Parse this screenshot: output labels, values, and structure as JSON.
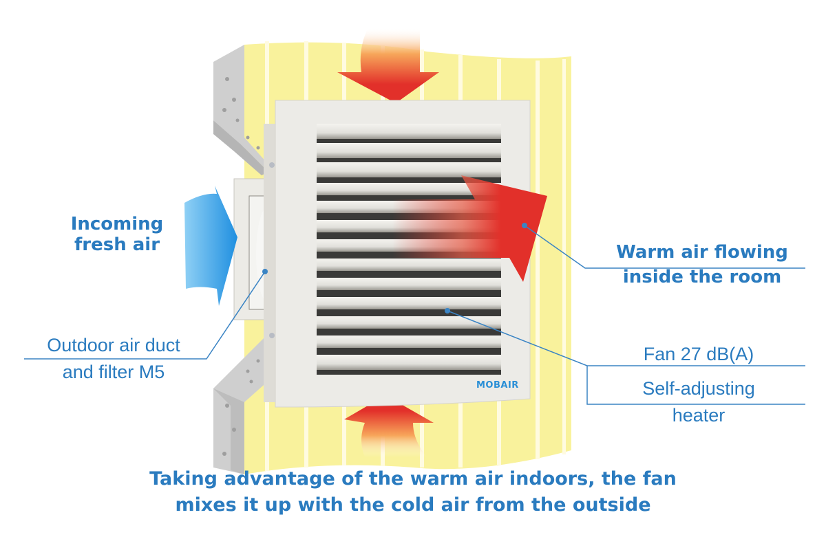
{
  "labels": {
    "incoming_fresh_air": [
      "Incoming",
      "fresh air"
    ],
    "outdoor_duct": [
      "Outdoor air duct",
      "and filter M5"
    ],
    "warm_air": [
      "Warm air flowing",
      "inside the room"
    ],
    "fan": "Fan 27 dB(A)",
    "heater": [
      "Self-adjusting",
      "heater"
    ]
  },
  "caption": [
    "Taking advantage of the warm air indoors, the fan",
    "mixes it up with the cold air from the outside"
  ],
  "brand": "MOBAIR",
  "colors": {
    "label_blue": "#2a7bbf",
    "leader_line": "#3a84c4",
    "wall_yellow": "#f9f29c",
    "wall_stripe": "#fffbe0",
    "bracket_gray": "#c8c8c8",
    "unit_white": "#ecebe7",
    "warm_red": "#e2302a",
    "fresh_blue": "#2e9be3"
  },
  "icons": {
    "fresh_air_arrow": "blue-arrow-right",
    "warm_air_arrow": "red-arrow-up-right",
    "top_arrow": "red-arrow-down",
    "bottom_arrow": "red-arrow-up"
  }
}
